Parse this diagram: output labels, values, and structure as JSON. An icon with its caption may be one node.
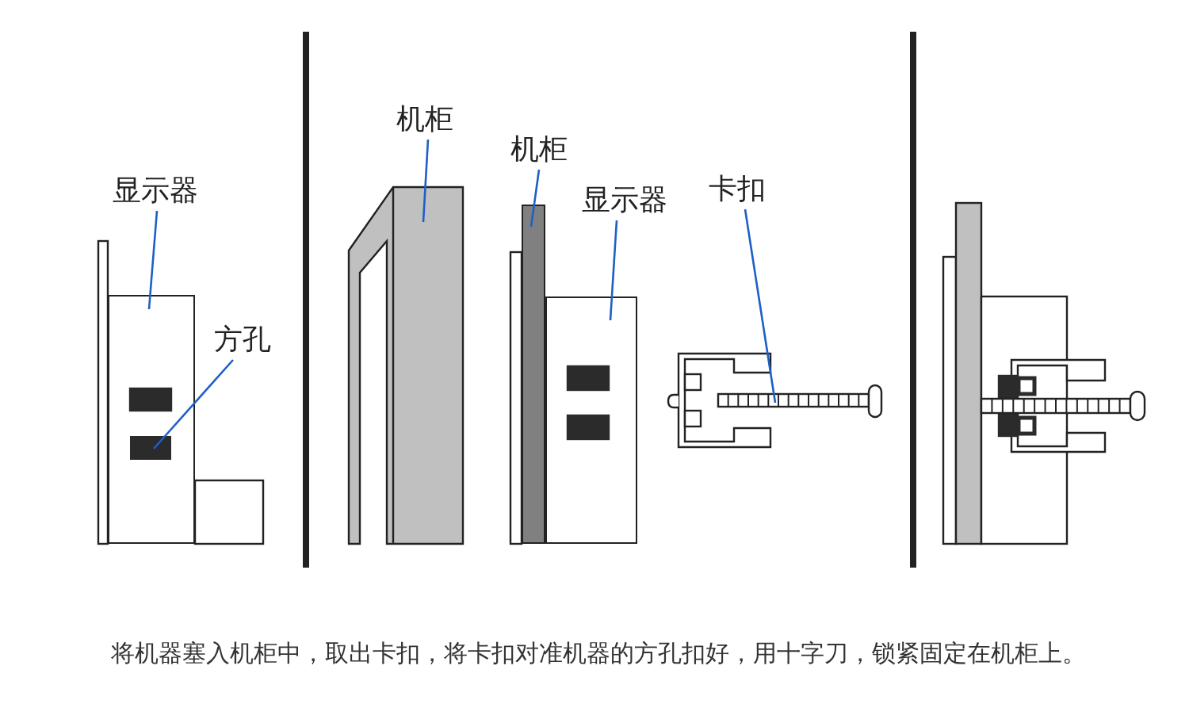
{
  "diagram": {
    "caption": "将机器塞入机柜中，取出卡扣，将卡扣对准机器的方孔扣好，用十字刀，锁紧固定在机柜上。",
    "nodes": [
      {
        "text": [
          "显示器"
        ]
      },
      {
        "text": [],
        "shape": "box"
      },
      {
        "text": [
          "方孔"
        ]
      },
      {
        "text": [],
        "shape": "box",
        "in": 1
      },
      {
        "text": [
          "机柜"
        ]
      },
      {
        "text": [],
        "shape": "picture"
      },
      {
        "text": [
          "机柜"
        ]
      },
      {
        "text": [],
        "shape": "bar"
      },
      {
        "text": [
          "显示器"
        ]
      },
      {
        "text": [],
        "shape": "box"
      },
      {
        "text": [
          "卡扣"
        ]
      },
      {
        "text": [],
        "shape": "picture"
      }
    ],
    "edges": [
      {
        "from": 0,
        "to": 1,
        "arrow": "none"
      },
      {
        "from": 2,
        "to": 3,
        "arrow": "none"
      },
      {
        "from": 4,
        "to": 5,
        "arrow": "none"
      },
      {
        "from": 6,
        "to": 7,
        "arrow": "none"
      },
      {
        "from": 8,
        "to": 9,
        "arrow": "none"
      },
      {
        "from": 10,
        "to": 11,
        "arrow": "none"
      }
    ]
  }
}
